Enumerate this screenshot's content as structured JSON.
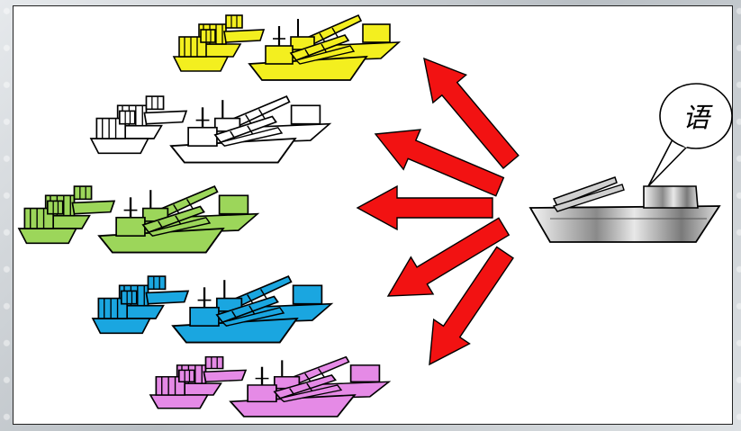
{
  "speech_text": "语",
  "colors": {
    "yellow_fleet": "#f3ef1f",
    "white_fleet": "#ffffff",
    "green_fleet": "#9cd65a",
    "blue_fleet": "#1aa6e0",
    "pink_fleet": "#e58ae6",
    "arrow": "#f21212",
    "source_ship_dark": "#777777",
    "source_ship_light": "#f2f2f2"
  },
  "fleets": [
    {
      "name": "yellow",
      "color": "#f3ef1f"
    },
    {
      "name": "white",
      "color": "#ffffff"
    },
    {
      "name": "green",
      "color": "#9cd65a"
    },
    {
      "name": "blue",
      "color": "#1aa6e0"
    },
    {
      "name": "pink",
      "color": "#e58ae6"
    }
  ]
}
